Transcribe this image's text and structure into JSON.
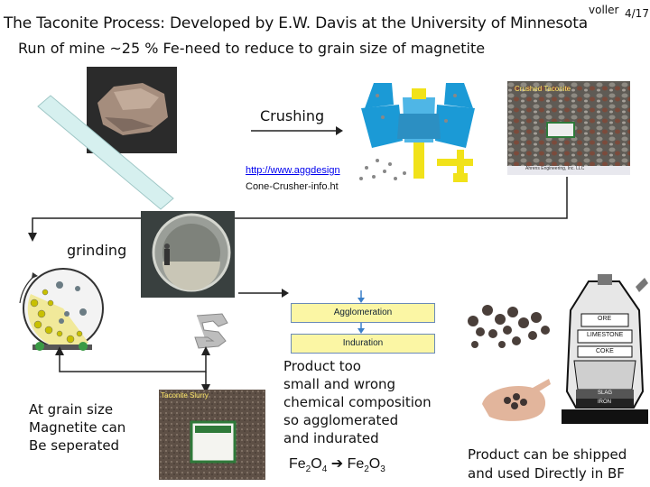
{
  "header": {
    "title": "The Taconite Process: Developed by E.W. Davis at the University of Minnesota",
    "subtitle": "Run of mine ~25 % Fe-need to reduce to  grain size of magnetite",
    "author": "voller",
    "slide_number": "4/17"
  },
  "steps": {
    "crushing": "Crushing",
    "grinding": "grinding",
    "separation": [
      "At grain size",
      "Magnetite can",
      "Be seperated"
    ],
    "agglomeration_note": [
      "Product too",
      "small and wrong",
      "chemical composition",
      "so agglomerated",
      "and indurated"
    ],
    "shipping": [
      "Product can be shipped",
      "and used Directly in BF"
    ]
  },
  "link": {
    "url_fragment": "http://www.aggdesign",
    "url_tail": "Cone-Crusher-info.ht"
  },
  "flow_boxes": {
    "agglomeration": "Agglomeration",
    "induration": "Induration"
  },
  "formula": {
    "reactant": "Fe",
    "reactant_sub1": "2",
    "reactant_mid": "O",
    "reactant_sub2": "4",
    "product": "Fe",
    "product_sub1": "2",
    "product_mid": "O",
    "product_sub2": "3"
  },
  "photo_captions": {
    "crushed_taconite": "Crushed Taconite",
    "taconite_slurry": "Taconite Slurry",
    "crusher_credit": "Ahrens Engineering, Inc. LLC",
    "bf_labels": [
      "ORE",
      "LIMESTONE",
      "COKE",
      "SLAG",
      "IRON"
    ]
  },
  "colors": {
    "accent_yellow": "#fbf6a4",
    "crusher_blue": "#1b9ad6",
    "crusher_yellow": "#f1e21a",
    "arrow_blue": "#3a7fc8"
  }
}
